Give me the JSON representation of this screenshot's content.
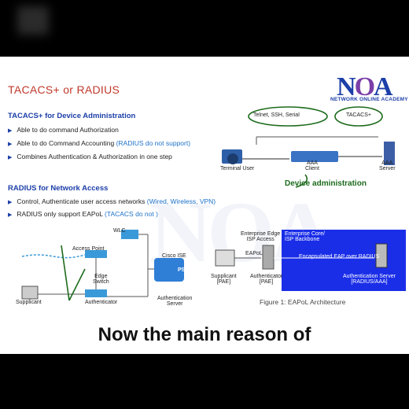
{
  "slide": {
    "title": "TACACS+  or  RADIUS",
    "logo": {
      "mark": "NOA",
      "subtitle": "NETWORK ONLINE ACADEMY"
    },
    "tacacs_section": {
      "heading": "TACACS+ for Device Administration",
      "bullets": [
        {
          "text": "Able to do command Authorization",
          "extra": ""
        },
        {
          "text": "Able to do Command Accounting ",
          "extra": "(RADIUS do not support)"
        },
        {
          "text": "Combines Authentication & Authorization in one step",
          "extra": ""
        }
      ]
    },
    "radius_section": {
      "heading": "RADIUS  for Network Access",
      "bullets": [
        {
          "text": "Control, Authenticate user access networks ",
          "extra": "(Wired, Wireless, VPN)"
        },
        {
          "text": "RADIUS only support EAPoL  ",
          "extra": "(TACACS do not )"
        }
      ]
    },
    "top_diagram": {
      "bubble_left": "Telnet, SSH, Serial",
      "bubble_right": "TACACS+",
      "terminal_user": "Terminal User",
      "aaa_client": "AAA\nClient",
      "aaa_server": "AAA\nServer",
      "annotation": "Device administration"
    },
    "left_diagram": {
      "wlc": "WLC",
      "access_point": "Access Point",
      "edge_switch": "Edge\nSwitch",
      "cisco_ise": "Cisco ISE",
      "psn": "PSN",
      "supplicant": "Supplicant",
      "authenticator": "Authenticator",
      "auth_server": "Authentication\nServer"
    },
    "right_diagram": {
      "enterprise_edge": "Enterprise Edge\nISP Access",
      "enterprise_core": "Enterprise Core/\nISP Backbone",
      "eapol": "EAPoL",
      "encapsulated": "Encapsulated EAP over RADIUS",
      "supplicant": "Supplicant\n[PAE]",
      "authenticator": "Authenticator\n[PAE]",
      "auth_server": "Authentication Server\n[RADIUS/AAA]",
      "caption": "Figure 1: EAPoL Architecture"
    },
    "video_subtitle": "Now the main reason of"
  },
  "colors": {
    "title_red": "#c0392b",
    "heading_blue": "#1c3fa8",
    "highlight_blue": "#1d72c9",
    "annotation_green": "#1c6b1c",
    "core_box_blue": "#1a2ee8"
  }
}
